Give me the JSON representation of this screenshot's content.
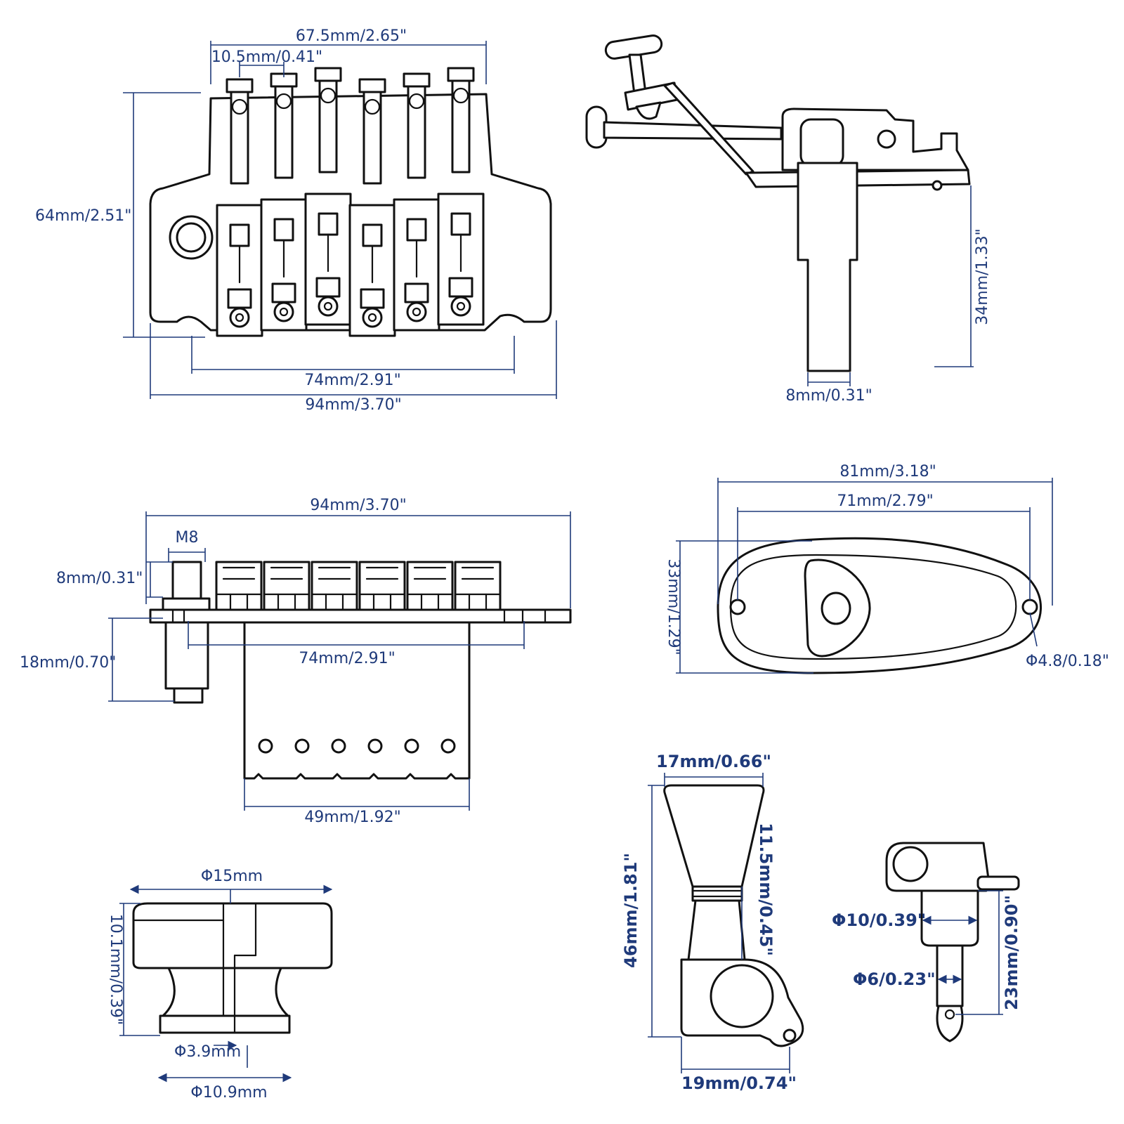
{
  "colors": {
    "line": "#111111",
    "dimension": "#1f3a7a",
    "background": "#ffffff"
  },
  "bridge_front": {
    "top_width": "67.5mm/2.65\"",
    "saddle_spacing": "10.5mm/0.41\"",
    "height": "64mm/2.51\"",
    "screw_spacing": "74mm/2.91\"",
    "total_width": "94mm/3.70\""
  },
  "bridge_side": {
    "block_height": "34mm/1.33\"",
    "post_width": "8mm/0.31\""
  },
  "bridge_top": {
    "total_width": "94mm/3.70\"",
    "thread": "M8",
    "stud_top": "8mm/0.31\"",
    "stud_height": "18mm/0.70\"",
    "screw_spacing": "74mm/2.91\"",
    "block_width": "49mm/1.92\""
  },
  "jack_plate": {
    "outer_width": "81mm/3.18\"",
    "hole_spacing": "71mm/2.79\"",
    "height": "33mm/1.29\"",
    "hole_diameter": "Φ4.8/0.18\""
  },
  "strap_button": {
    "top_diameter": "Φ15mm",
    "height": "10.1mm/0.39\"",
    "hole_diameter": "Φ3.9mm",
    "base_diameter": "Φ10.9mm"
  },
  "tuner_side": {
    "button_width": "17mm/0.66\"",
    "total_height": "46mm/1.81\"",
    "shaft_length": "11.5mm/0.45\"",
    "housing_width": "19mm/0.74\""
  },
  "tuner_post": {
    "bushing_diameter": "Φ10/0.39\"",
    "post_diameter": "Φ6/0.23\"",
    "post_height": "23mm/0.90\""
  }
}
